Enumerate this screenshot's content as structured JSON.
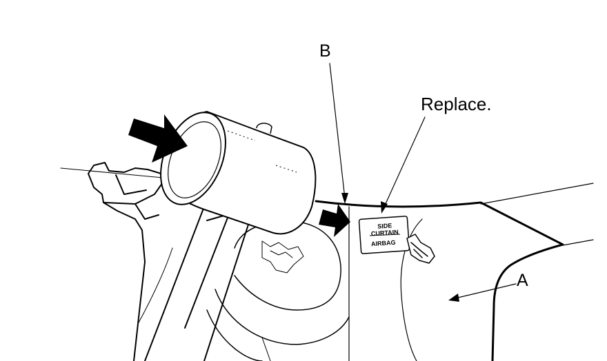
{
  "callouts": {
    "b": "B",
    "replace": "Replace.",
    "a": "A"
  },
  "label": {
    "line1": "SIDE",
    "line2": "CURTAIN",
    "line3": "AIRBAG"
  },
  "colors": {
    "ink": "#000000",
    "paper": "#ffffff"
  }
}
